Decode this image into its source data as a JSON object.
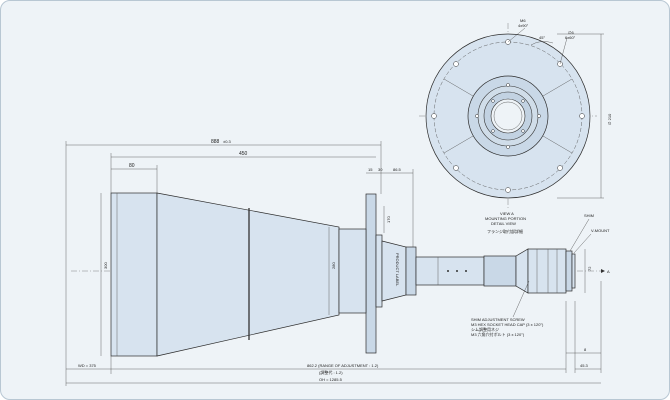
{
  "side_view": {
    "overall_length": "888",
    "overall_length_suffix": "±0.3",
    "length_450": "450",
    "length_80": "80",
    "length_15": "15",
    "length_30": "30",
    "length_86_5": "86.5",
    "dia_left": "300",
    "dia_mid": "280",
    "dia_flange": "170",
    "dia_right": "72",
    "product_label": "PRODUCT LABEL",
    "range_note": "862.2 (RANGE OF ADJUSTMENT : 1.2)",
    "range_note_jp": "(調整代 : 1.2)",
    "wd_label": "WD = 375",
    "oh_label": "OH = 1285.5",
    "right_dim_1": "45.3",
    "right_dim_2": "8",
    "shim_label": "SHIM",
    "vmount_label": "V-MOUNT",
    "axis_label": "A",
    "screw_note_1": "SHIM ADJUSTMENT SCREW",
    "screw_note_2": "M3 HEX SOCKET HEAD CAP (3 x 120°)",
    "screw_note_3": "シム調整用ネジ",
    "screw_note_4": "M3 六角穴付ボルト (3 x 120°)"
  },
  "view_a": {
    "title_1": "VIEW A",
    "title_2": "MOUNTING PORTION",
    "title_3": "DETAIL VIEW",
    "title_jp": "フランジ取付部詳細",
    "thread_label_1": "M6",
    "thread_label_2": "4x90°",
    "hole_label_1": "∅6",
    "hole_label_2": "6x60°",
    "angle_label": "45°",
    "dia_label": "∅ 210"
  }
}
